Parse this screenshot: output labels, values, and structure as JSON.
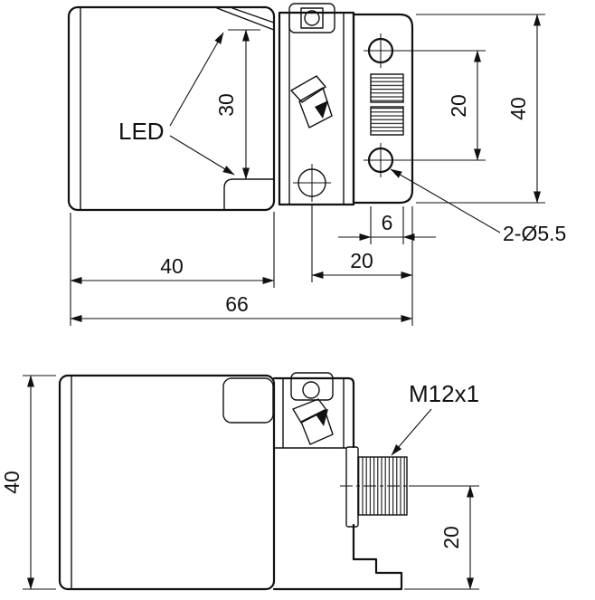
{
  "drawing": {
    "colors": {
      "line": "#111111",
      "background": "#ffffff"
    }
  },
  "top_view": {
    "led_label": "LED",
    "dim_30": "30",
    "dim_20_holes": "20",
    "dim_40_height": "40",
    "dim_6": "6",
    "dim_20_bottom": "20",
    "dim_40_body": "40",
    "dim_66_overall": "66",
    "holes_note": "2-Ø5.5"
  },
  "side_view": {
    "dim_40_height": "40",
    "dim_20_connector": "20",
    "connector_note": "M12x1"
  }
}
